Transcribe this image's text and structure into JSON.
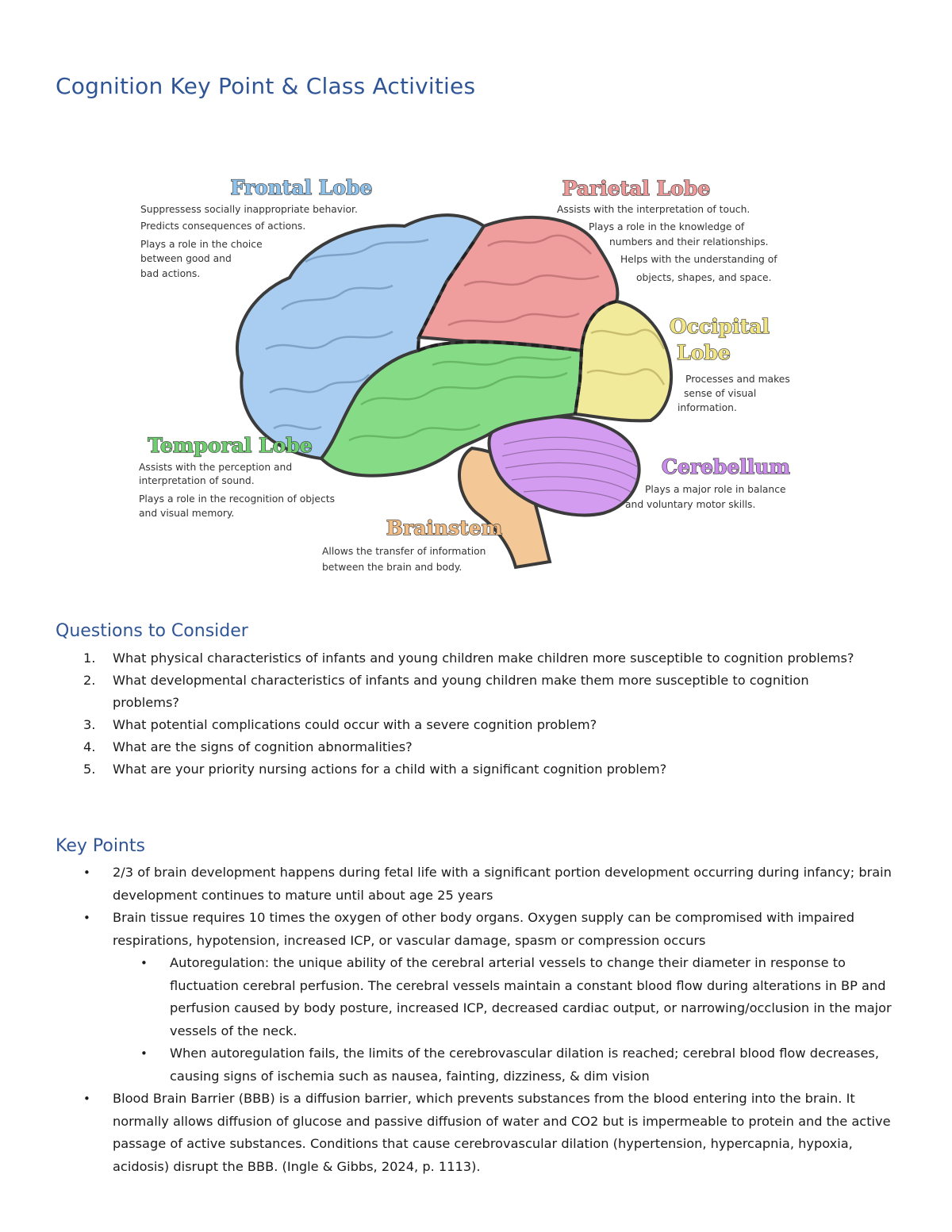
{
  "page": {
    "title": "Cognition Key Point & Class Activities"
  },
  "figure": {
    "frontal": {
      "title": "Frontal Lobe",
      "lines": [
        "Suppressess socially inappropriate behavior.",
        "Predicts consequences of actions.",
        "Plays a role in the choice",
        "between good and",
        "bad actions."
      ],
      "color": "#a9cdf0"
    },
    "parietal": {
      "title": "Parietal Lobe",
      "lines": [
        "Assists with the interpretation of touch.",
        "Plays a role in the knowledge of",
        "numbers and their relationships.",
        "Helps with the understanding of",
        "objects, shapes, and space."
      ],
      "color": "#ef9d9d"
    },
    "occipital": {
      "title_line1": "Occipital",
      "title_line2": "Lobe",
      "lines": [
        "Processes and makes",
        "sense of visual",
        "information."
      ],
      "color": "#f2ea9b"
    },
    "temporal": {
      "title": "Temporal Lobe",
      "lines": [
        "Assists with the perception and",
        "interpretation of sound.",
        "Plays a role in the recognition of objects",
        "and visual memory."
      ],
      "color": "#86dc86"
    },
    "cerebellum": {
      "title": "Cerebellum",
      "lines": [
        "Plays a major role in balance",
        "and voluntary motor skills."
      ],
      "color": "#d49cf0"
    },
    "brainstem": {
      "title": "Brainstem",
      "lines": [
        "Allows the transfer of information",
        "between the brain and body."
      ],
      "color": "#f3c896"
    }
  },
  "questions": {
    "heading": "Questions to Consider",
    "items": [
      {
        "num": "1.",
        "text": "What physical characteristics of infants and young children make children more susceptible to cognition problems?"
      },
      {
        "num": "2.",
        "text": "What developmental characteristics of infants and young children make them more susceptible to cognition problems?"
      },
      {
        "num": "3.",
        "text": "What potential complications could occur with a severe cognition problem?"
      },
      {
        "num": "4.",
        "text": "What are the signs of cognition abnormalities?"
      },
      {
        "num": "5.",
        "text": "What are your priority nursing actions for a child with a significant cognition problem?"
      }
    ]
  },
  "key_points": {
    "heading": "Key Points",
    "bullet": "•",
    "items": [
      "2/3 of brain development happens during fetal life with a significant portion development occurring during infancy; brain development continues to mature until about age 25 years",
      "Brain tissue requires 10 times the oxygen of other body organs. Oxygen supply can be compromised with impaired respirations, hypotension, increased ICP, or vascular damage, spasm or compression occurs",
      "Blood Brain Barrier (BBB) is a diffusion barrier, which prevents substances from the blood entering into the brain.  It normally allows diffusion of glucose and passive diffusion of water and CO2 but is impermeable to protein and the active passage of active substances. Conditions that cause cerebrovascular dilation (hypertension, hypercapnia, hypoxia, acidosis) disrupt the BBB. (Ingle & Gibbs, 2024, p. 1113)."
    ],
    "sub_items": [
      "Autoregulation:  the unique ability of the cerebral arterial vessels to change their diameter in response to fluctuation cerebral perfusion. The cerebral vessels maintain a constant blood flow during alterations in BP and perfusion caused by body posture, increased ICP, decreased cardiac output, or narrowing/occlusion in the major vessels of the neck.",
      "When autoregulation fails, the limits of the cerebrovascular dilation is reached; cerebral blood flow decreases, causing signs of ischemia such as nausea, fainting, dizziness, & dim vision"
    ]
  }
}
